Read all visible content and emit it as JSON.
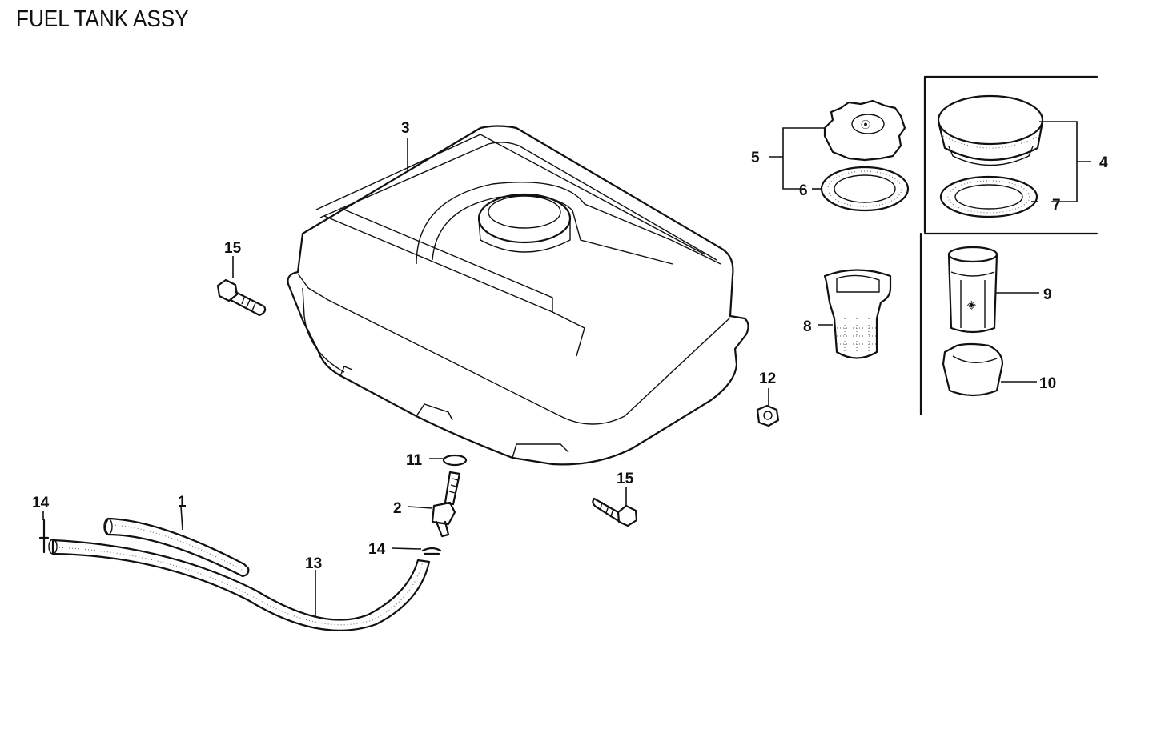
{
  "title": "FUEL TANK ASSY",
  "callouts": [
    {
      "id": "1",
      "text": "1"
    },
    {
      "id": "2",
      "text": "2"
    },
    {
      "id": "3",
      "text": "3"
    },
    {
      "id": "4",
      "text": "4"
    },
    {
      "id": "5",
      "text": "5"
    },
    {
      "id": "6",
      "text": "6"
    },
    {
      "id": "7",
      "text": "7"
    },
    {
      "id": "8",
      "text": "8"
    },
    {
      "id": "9",
      "text": "9"
    },
    {
      "id": "10",
      "text": "10"
    },
    {
      "id": "11",
      "text": "11"
    },
    {
      "id": "12",
      "text": "12"
    },
    {
      "id": "13",
      "text": "13"
    },
    {
      "id": "14a",
      "text": "14"
    },
    {
      "id": "14b",
      "text": "14"
    },
    {
      "id": "15a",
      "text": "15"
    },
    {
      "id": "15b",
      "text": "15"
    }
  ]
}
